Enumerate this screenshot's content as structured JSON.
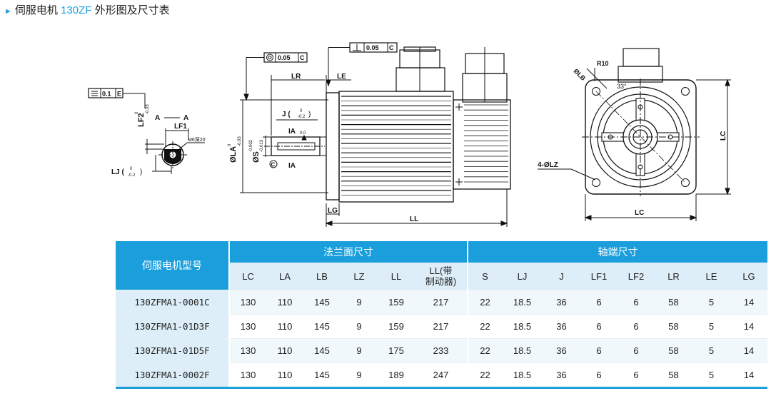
{
  "header": {
    "arrow_icon": "triangle-right-icon",
    "title_prefix": "伺服电机 ",
    "title_model": "130ZF",
    "title_suffix": " 外形图及尺寸表",
    "accent_color": "#1b9fdc"
  },
  "drawing": {
    "section_view": {
      "flatness": "⌯",
      "tol_box": "0.1",
      "datum": "E",
      "lf2_label": "LF2",
      "lf2_tol_upper": "0",
      "lf2_tol_lower": "-0.03",
      "section_a_left": "A",
      "section_a_right": "A",
      "lf1_label": "LF1",
      "thread_label": "M6深20",
      "lj_label": "LJ (",
      "lj_tol_upper": "0",
      "lj_tol_lower": "-0.2",
      "lj_close": ")"
    },
    "side_view": {
      "concentricity_tol": "0.05",
      "concentricity_datum": "C",
      "perp_tol": "0.05",
      "perp_datum": "C",
      "lr_label": "LR",
      "le_label": "LE",
      "j_label": "J (",
      "j_tol_upper": "0",
      "j_tol_lower": "-0.2",
      "j_close": ")",
      "ia_label": "IA",
      "ia_sub": "0.0",
      "ia_bottom": "IA",
      "la_label": "ØLA",
      "la_tol_upper": "0",
      "la_tol_lower": "-0.03",
      "s_label": "ØS",
      "s_tol_upper": "-0.002",
      "s_tol_lower": "-0.013",
      "c_marker": "C",
      "lg_label": "LG",
      "ll_label": "LL"
    },
    "front_view": {
      "lb_label": "ØLB",
      "r10_label": "R10",
      "angle_label": "33°",
      "lz_label": "4-ØLZ",
      "lc_right": "LC",
      "lc_bottom": "LC"
    }
  },
  "table": {
    "model_header": "伺服电机型号",
    "flange_header": "法兰面尺寸",
    "shaft_header": "轴端尺寸",
    "columns": [
      "LC",
      "LA",
      "LB",
      "LZ",
      "LL",
      "LL(带\n制动器)",
      "S",
      "LJ",
      "J",
      "LF1",
      "LF2",
      "LR",
      "LE",
      "LG"
    ],
    "rows": [
      {
        "model": "130ZFMA1-0001C",
        "values": [
          "130",
          "110",
          "145",
          "9",
          "159",
          "217",
          "22",
          "18.5",
          "36",
          "6",
          "6",
          "58",
          "5",
          "14"
        ]
      },
      {
        "model": "130ZFMA1-01D3F",
        "values": [
          "130",
          "110",
          "145",
          "9",
          "159",
          "217",
          "22",
          "18.5",
          "36",
          "6",
          "6",
          "58",
          "5",
          "14"
        ]
      },
      {
        "model": "130ZFMA1-01D5F",
        "values": [
          "130",
          "110",
          "145",
          "9",
          "175",
          "233",
          "22",
          "18.5",
          "36",
          "6",
          "6",
          "58",
          "5",
          "14"
        ]
      },
      {
        "model": "130ZFMA1-0002F",
        "values": [
          "130",
          "110",
          "145",
          "9",
          "189",
          "247",
          "22",
          "18.5",
          "36",
          "6",
          "6",
          "58",
          "5",
          "14"
        ]
      }
    ],
    "header_color": "#1b9fdc",
    "subheader_color": "#ddeef8"
  }
}
